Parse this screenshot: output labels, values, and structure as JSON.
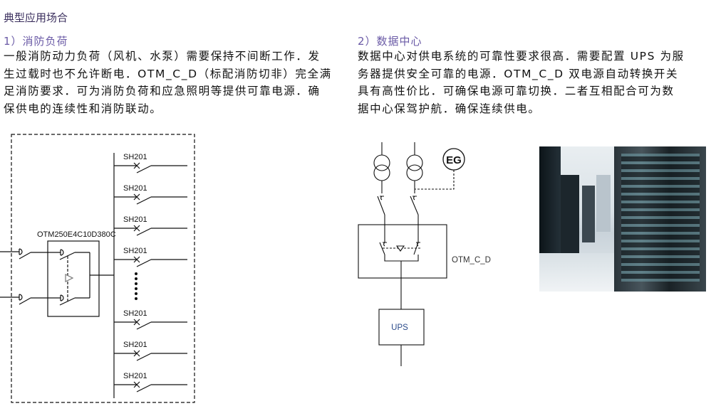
{
  "section_title": "典型应用场合",
  "fire": {
    "heading": "1）消防负荷",
    "lines": [
      "一般消防动力负荷（风机、水泵）需要保持不间断工作．发",
      "生过载时也不允许断电．OTM_C_D（标配消防切非）完全满",
      "足消防要求．可为消防负荷和应急照明等提供可靠电源．确",
      "保供电的连续性和消防联动。"
    ],
    "diagram": {
      "switch_model": "OTM250E4C10D380C",
      "breaker_label": "SH201"
    }
  },
  "datacenter": {
    "heading": "2）数据中心",
    "lines": [
      "数据中心对供电系统的可靠性要求很高．需要配置 UPS 为服",
      "务器提供安全可靠的电源．OTM_C_D 双电源自动转换开关",
      "具有高性价比．可确保电源可靠切换．二者互相配合可为数",
      "据中心保驾护航．确保连续供电。"
    ],
    "diagram": {
      "generator_label": "EG",
      "switch_label": "OTM_C_D",
      "ups_label": "UPS"
    }
  }
}
